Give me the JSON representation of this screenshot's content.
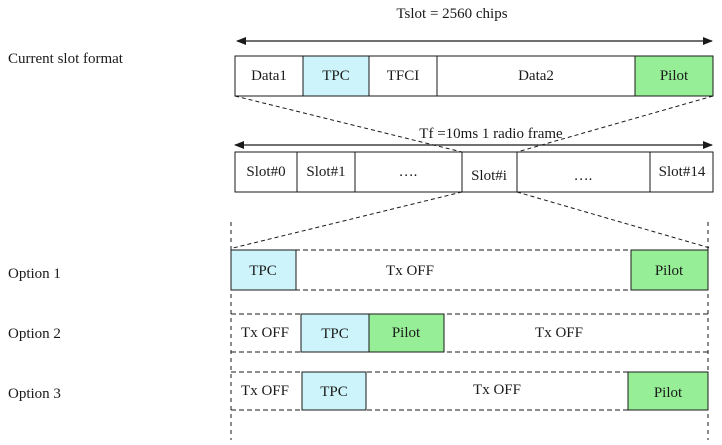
{
  "tslot_label": "Tslot = 2560 chips",
  "tf_label": "Tf =10ms 1 radio frame",
  "colors": {
    "tpc": "#ccf4fa",
    "pilot": "#96ee96",
    "line": "#1a1a1a",
    "background": "#ffffff"
  },
  "current_slot": {
    "label": "Current slot format",
    "fields": [
      "Data1",
      "TPC",
      "TFCI",
      "Data2",
      "Pilot"
    ]
  },
  "radio_frame": {
    "slots": [
      "Slot#0",
      "Slot#1",
      "….",
      "Slot#i",
      "….",
      "Slot#14"
    ]
  },
  "options": [
    {
      "label": "Option 1",
      "fields": [
        "TPC",
        "Tx OFF",
        "Pilot"
      ]
    },
    {
      "label": "Option 2",
      "fields": [
        "Tx OFF",
        "TPC",
        "Pilot",
        "Tx OFF"
      ]
    },
    {
      "label": "Option 3",
      "fields": [
        "Tx OFF",
        "TPC",
        "Tx OFF",
        "Pilot"
      ]
    }
  ]
}
